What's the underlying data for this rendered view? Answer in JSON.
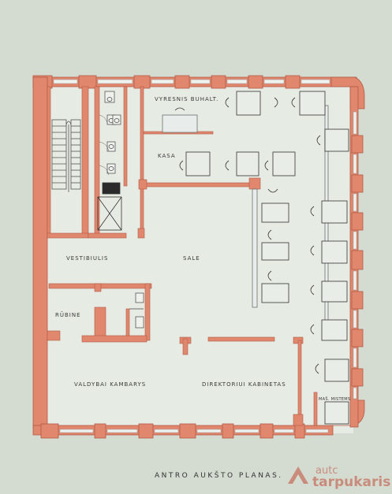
{
  "rooms": {
    "vyresnis_buhalt": "VYRESNIS BUHALT.",
    "kasa": "KASA",
    "sale": "SALE",
    "vestibiulis": "VESTIBIULIS",
    "rubine": "RŪBINE",
    "valdybai": "VALDYBAI KAMBARYS",
    "direktoriui": "DIREKTORIUI KABINETAS",
    "masinistems": "MAŠ. MISTEMS"
  },
  "caption": "ANTRO AUKŠTO PLANAS.",
  "watermark": {
    "line1": "autc",
    "line2": "tarpukaris"
  },
  "colors": {
    "wall": "#e0876e",
    "wall_dark": "#c96a54",
    "paper": "#d4dcd2",
    "ink": "#333333"
  }
}
